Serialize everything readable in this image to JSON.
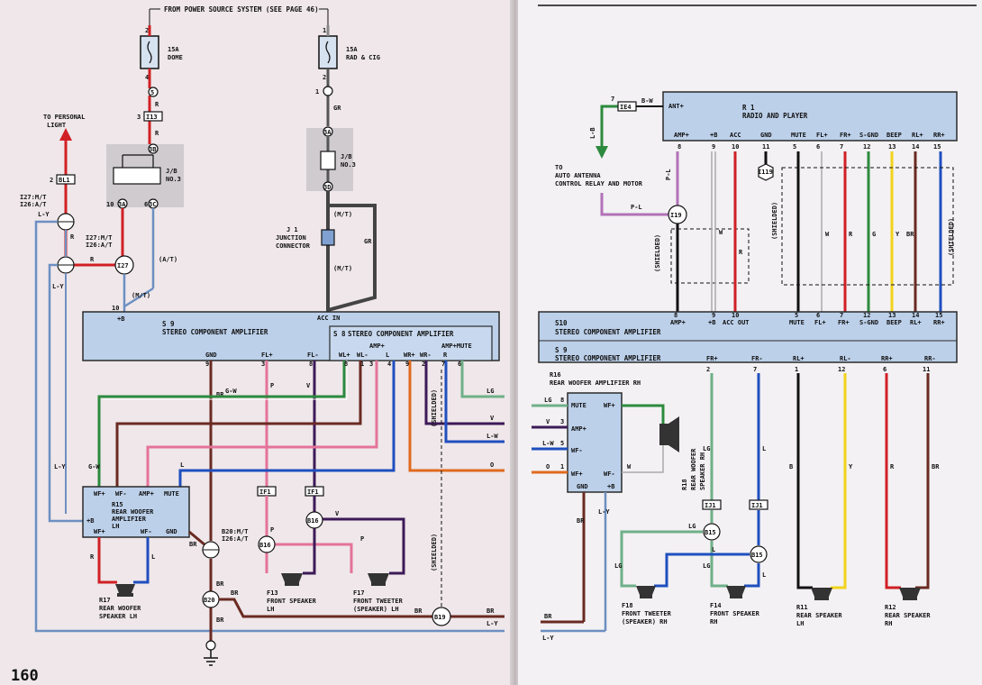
{
  "page_number": "160",
  "top": {
    "power_source_note": "FROM POWER SOURCE SYSTEM (SEE PAGE 46)"
  },
  "fuses": [
    {
      "pin_top": "2",
      "pin_bottom": "4",
      "line1": "15A",
      "line2": "DOME"
    },
    {
      "pin_top": "1",
      "pin_bottom": "2",
      "line1": "15A",
      "line2": "RAD & CIG"
    }
  ],
  "connectors": {
    "c5": "5",
    "i13": "I13",
    "c3b": "3B",
    "bl1": "BL1",
    "c3a": "3A",
    "c3c": "3C",
    "i27": "I27",
    "c3a_r": "3A",
    "c3d": "3D",
    "ie4": "IE4",
    "i19": "I19",
    "i119": "I119",
    "if1a": "IF1",
    "if1b": "IF1",
    "b16a": "B16",
    "b16b": "B16",
    "b20a": "B20",
    "b19": "B19",
    "ij1a": "IJ1",
    "ij1b": "IJ1",
    "b15a": "B15",
    "b15b": "B15"
  },
  "junction_blocks": [
    {
      "line1": "J/B",
      "line2": "NO.3"
    },
    {
      "line1": "J/B",
      "line2": "NO.3"
    }
  ],
  "junction_connector": {
    "id": "J 1",
    "line1": "JUNCTION",
    "line2": "CONNECTOR"
  },
  "notes": {
    "personal_light_1": "TO PERSONAL",
    "personal_light_2": "LIGHT",
    "i27_note1": "I27:M/T",
    "i27_note2": "I26:A/T",
    "i27_note3": "I27:M/T",
    "i27_note4": "I26:A/T",
    "b20_note1": "B20:M/T",
    "b20_note2": "I26:A/T",
    "auto_antenna_1": "TO",
    "auto_antenna_2": "AUTO ANTENNA",
    "auto_antenna_3": "CONTROL RELAY AND MOTOR",
    "mt": "(M/T)",
    "at": "(A/T)",
    "shielded": "(SHIELDED)"
  },
  "amp_s9": {
    "id": "S 9",
    "name": "STEREO COMPONENT AMPLIFIER",
    "pins_top": [
      {
        "pin": "10",
        "name": "+B"
      },
      {
        "pin": "",
        "name": "ACC IN"
      }
    ],
    "pins_bottom": [
      {
        "pin": "9",
        "name": "GND"
      },
      {
        "pin": "3",
        "name": "FL+"
      },
      {
        "pin": "8",
        "name": "FL-"
      }
    ]
  },
  "amp_s8": {
    "id": "S 8",
    "name": "STEREO COMPONENT AMPLIFIER",
    "pins": [
      {
        "pin": "8",
        "name": "WL+"
      },
      {
        "pin": "1",
        "name": "WL-"
      },
      {
        "pin": "4",
        "name": "L"
      },
      {
        "pin": "3",
        "name": "AMP+"
      },
      {
        "pin": "9",
        "name": "WR+"
      },
      {
        "pin": "2",
        "name": "WR-"
      },
      {
        "pin": "7",
        "name": "R"
      },
      {
        "pin": "6",
        "name": "AMP+MUTE"
      }
    ]
  },
  "woofer_amp_lh": {
    "id": "R15",
    "line1": "REAR WOOFER",
    "line2": "AMPLIFIER",
    "line3": "LH",
    "pins": [
      "WF+",
      "WF-",
      "AMP+",
      "MUTE",
      "+B",
      "WF+",
      "WF-",
      "GND"
    ]
  },
  "speakers_left": [
    {
      "id": "R17",
      "line1": "REAR WOOFER",
      "line2": "SPEAKER LH"
    },
    {
      "id": "F13",
      "line1": "FRONT SPEAKER",
      "line2": "LH"
    },
    {
      "id": "F17",
      "line1": "FRONT TWEETER",
      "line2": "(SPEAKER) LH"
    }
  ],
  "radio": {
    "id": "R 1",
    "name": "RADIO AND PLAYER",
    "ant_pin": "ANT+",
    "pins": [
      {
        "pin": "8",
        "name": "AMP+"
      },
      {
        "pin": "9",
        "name": "+B"
      },
      {
        "pin": "10",
        "name": "ACC"
      },
      {
        "pin": "11",
        "name": "GND"
      },
      {
        "pin": "5",
        "name": "MUTE"
      },
      {
        "pin": "6",
        "name": "FL+"
      },
      {
        "pin": "7",
        "name": "FR+"
      },
      {
        "pin": "12",
        "name": "S-GND"
      },
      {
        "pin": "13",
        "name": "BEEP"
      },
      {
        "pin": "14",
        "name": "RL+"
      },
      {
        "pin": "15",
        "name": "RR+"
      }
    ]
  },
  "amp_s10": {
    "id": "S10",
    "name": "STEREO COMPONENT AMPLIFIER",
    "pins": [
      {
        "pin": "8",
        "name": "AMP+"
      },
      {
        "pin": "9",
        "name": "+B"
      },
      {
        "pin": "10",
        "name": "ACC OUT"
      },
      {
        "pin": "5",
        "name": "MUTE"
      },
      {
        "pin": "6",
        "name": "FL+"
      },
      {
        "pin": "7",
        "name": "FR+"
      },
      {
        "pin": "12",
        "name": "S-GND"
      },
      {
        "pin": "13",
        "name": "BEEP"
      },
      {
        "pin": "14",
        "name": "RL+"
      },
      {
        "pin": "15",
        "name": "RR+"
      }
    ]
  },
  "amp_s9r": {
    "id": "S 9",
    "name": "STEREO COMPONENT AMPLIFIER",
    "pins": [
      {
        "pin": "2",
        "name": "FR+"
      },
      {
        "pin": "7",
        "name": "FR-"
      },
      {
        "pin": "1",
        "name": "RL+"
      },
      {
        "pin": "12",
        "name": "RL-"
      },
      {
        "pin": "6",
        "name": "RR+"
      },
      {
        "pin": "11",
        "name": "RR-"
      }
    ]
  },
  "woofer_amp_rh": {
    "id": "R16",
    "line1": "REAR WOOFER AMPLIFIER RH",
    "pins": [
      "MUTE",
      "WF+",
      "AMP+",
      "WF-",
      "WF+",
      "WF-",
      "GND",
      "+B"
    ]
  },
  "woofer_spk_rh": {
    "id": "R18",
    "line1": "REAR WOOFER",
    "line2": "SPEAKER RH"
  },
  "speakers_right": [
    {
      "id": "F18",
      "line1": "FRONT TWEETER",
      "line2": "(SPEAKER) RH"
    },
    {
      "id": "F14",
      "line1": "FRONT SPEAKER",
      "line2": "RH"
    },
    {
      "id": "R11",
      "line1": "REAR SPEAKER",
      "line2": "LH"
    },
    {
      "id": "R12",
      "line1": "REAR SPEAKER",
      "line2": "RH"
    }
  ],
  "wire_colors": {
    "R": "R",
    "GR": "GR",
    "GW": "G-W",
    "LY": "L-Y",
    "L": "L",
    "P": "P",
    "V": "V",
    "Y": "Y",
    "BR": "BR",
    "LG": "LG",
    "LW": "L-W",
    "O": "O",
    "W": "W",
    "B": "B",
    "G": "G",
    "PL": "P-L",
    "BW": "B-W",
    "LB": "L-B"
  },
  "palette": {
    "red": "#d02025",
    "green": "#2c8a3e",
    "lgreen": "#6fb088",
    "blue": "#1f4fbf",
    "lblue": "#6c8fc2",
    "pink": "#e4739a",
    "violet": "#3c1a58",
    "brown": "#6a2a22",
    "orange": "#e06a1e",
    "yellow": "#f2d31a",
    "black": "#111111",
    "purple": "#b271b8",
    "gray": "#8a8a8a",
    "box": "#bcd0ea",
    "boxborder": "#2a2a2a"
  }
}
